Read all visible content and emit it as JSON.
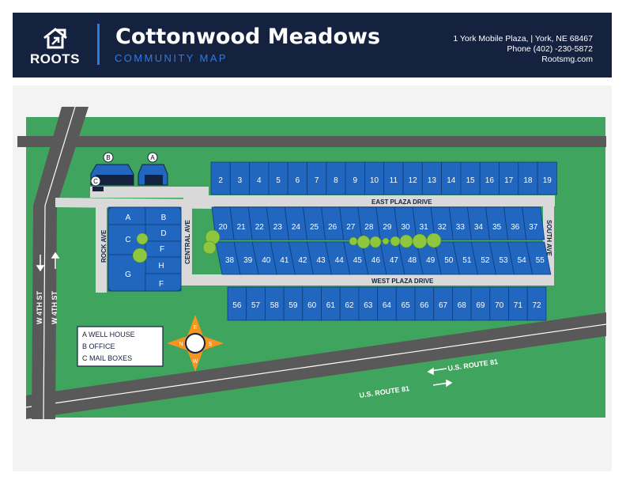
{
  "header": {
    "logo": "ROOTS",
    "title": "Cottonwood Meadows",
    "subtitle": "COMMUNITY MAP",
    "address": "1 York Mobile Plaza, | York, NE 68467",
    "phone": "Phone (402) -230-5872",
    "website": "Rootsmg.com"
  },
  "streets": {
    "east_plaza": "EAST PLAZA DRIVE",
    "west_plaza": "WEST PLAZA DRIVE",
    "central_ave": "CENTRAL AVE",
    "rock_ave": "ROCK AVE",
    "south_ave": "SOUTH AVE",
    "w4th_left": "W 4TH ST",
    "w4th_right": "W 4TH ST",
    "route81_upper": "U.S. ROUTE 81",
    "route81_lower": "U.S. ROUTE 81"
  },
  "lots": {
    "top_row": [
      "2",
      "3",
      "4",
      "5",
      "6",
      "7",
      "8",
      "9",
      "10",
      "11",
      "12",
      "13",
      "14",
      "15",
      "16",
      "17",
      "18",
      "19"
    ],
    "upper_middle_row": [
      "20",
      "21",
      "22",
      "23",
      "24",
      "25",
      "26",
      "27",
      "28",
      "29",
      "30",
      "31",
      "32",
      "33",
      "34",
      "35",
      "36",
      "37"
    ],
    "lower_middle_row": [
      "38",
      "39",
      "40",
      "41",
      "42",
      "43",
      "44",
      "45",
      "46",
      "47",
      "48",
      "49",
      "50",
      "51",
      "52",
      "53",
      "54",
      "55"
    ],
    "bottom_row": [
      "56",
      "57",
      "58",
      "59",
      "60",
      "61",
      "62",
      "63",
      "64",
      "65",
      "66",
      "67",
      "68",
      "69",
      "70",
      "71",
      "72"
    ],
    "west_block": [
      "A",
      "B",
      "D",
      "C",
      "F",
      "H",
      "G",
      "F"
    ]
  },
  "buildings": {
    "b_marker": "B",
    "a_marker": "A",
    "c_marker": "C"
  },
  "legend": {
    "items": [
      "A WELL HOUSE",
      "B OFFICE",
      "C MAIL BOXES"
    ]
  },
  "compass": {
    "n": "N",
    "e": "E",
    "s": "S",
    "w": "W"
  },
  "colors": {
    "header_bg": "#15223f",
    "accent": "#2a7be4",
    "grass": "#3fa45d",
    "road": "#595959",
    "lot": "#2166bf",
    "tree": "#8ec63f",
    "compass": "#f7941d"
  }
}
